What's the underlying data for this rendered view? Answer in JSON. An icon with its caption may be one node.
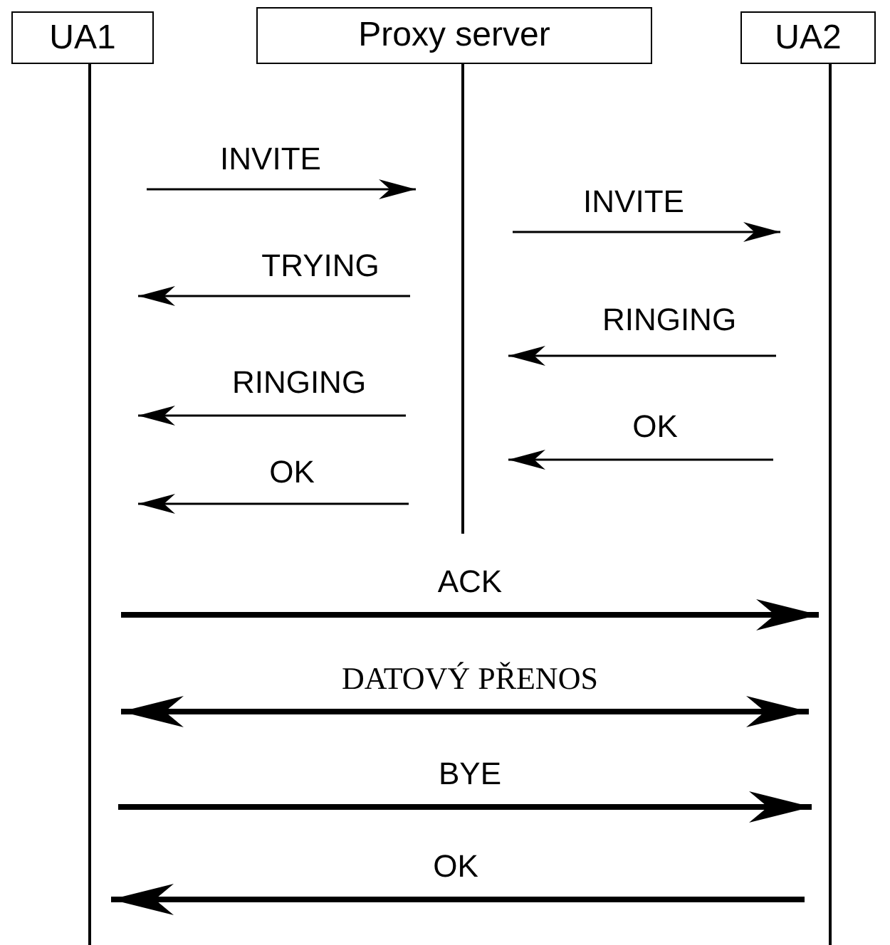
{
  "diagram": {
    "nodes": [
      {
        "text": [
          "UA1"
        ]
      },
      {
        "text": [
          "Proxy server"
        ]
      },
      {
        "text": [
          "UA2"
        ]
      }
    ],
    "edges": [
      {
        "from": 0,
        "to": 1,
        "arrow": "to",
        "label": "INVITE"
      },
      {
        "from": 1,
        "to": 2,
        "arrow": "to",
        "label": "INVITE"
      },
      {
        "from": 1,
        "to": 0,
        "arrow": "to",
        "label": "TRYING"
      },
      {
        "from": 2,
        "to": 1,
        "arrow": "to",
        "label": "RINGING"
      },
      {
        "from": 1,
        "to": 0,
        "arrow": "to",
        "label": "RINGING"
      },
      {
        "from": 2,
        "to": 1,
        "arrow": "to",
        "label": "OK"
      },
      {
        "from": 1,
        "to": 0,
        "arrow": "to",
        "label": "OK"
      },
      {
        "from": 0,
        "to": 2,
        "arrow": "to",
        "label": "ACK",
        "style": "thick"
      },
      {
        "from": 0,
        "to": 2,
        "arrow": "both",
        "label": "DATOVÝ PŘENOS",
        "style": "thick"
      },
      {
        "from": 0,
        "to": 2,
        "arrow": "to",
        "label": "BYE",
        "style": "thick"
      },
      {
        "from": 2,
        "to": 0,
        "arrow": "to",
        "label": "OK",
        "style": "thick"
      }
    ]
  }
}
